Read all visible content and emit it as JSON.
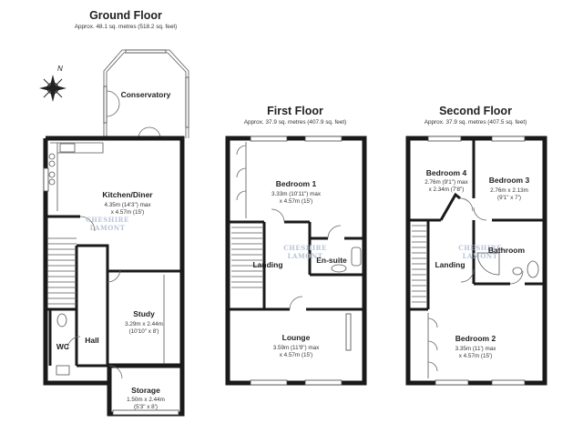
{
  "floors": [
    {
      "title": "Ground Floor",
      "area": "Approx. 48.1 sq. metres (518.2 sq. feet)",
      "rooms": [
        {
          "name": "Conservatory",
          "dims": []
        },
        {
          "name": "Kitchen/Diner",
          "dims": [
            "4.35m (14'3\") max",
            "x 4.57m (15')"
          ]
        },
        {
          "name": "Study",
          "dims": [
            "3.29m x 2.44m",
            "(10'10\" x 8')"
          ]
        },
        {
          "name": "WC",
          "dims": []
        },
        {
          "name": "Hall",
          "dims": []
        },
        {
          "name": "Storage",
          "dims": [
            "1.50m x 2.44m",
            "(5'3\" x 8')"
          ]
        }
      ]
    },
    {
      "title": "First Floor",
      "area": "Approx. 37.9 sq. metres (407.9 sq. feet)",
      "rooms": [
        {
          "name": "Bedroom 1",
          "dims": [
            "3.33m (10'11\") max",
            "x 4.57m (15')"
          ]
        },
        {
          "name": "Landing",
          "dims": []
        },
        {
          "name": "En-suite",
          "dims": []
        },
        {
          "name": "Lounge",
          "dims": [
            "3.59m (11'9\") max",
            "x 4.57m (15')"
          ]
        }
      ]
    },
    {
      "title": "Second Floor",
      "area": "Approx. 37.9 sq. metres (407.5 sq. feet)",
      "rooms": [
        {
          "name": "Bedroom 4",
          "dims": [
            "2.76m (9'1\") max",
            "x 2.34m (7'8\")"
          ]
        },
        {
          "name": "Bedroom 3",
          "dims": [
            "2.76m x 2.13m",
            "(9'1\" x 7')"
          ]
        },
        {
          "name": "Landing",
          "dims": []
        },
        {
          "name": "Bathroom",
          "dims": []
        },
        {
          "name": "Bedroom 2",
          "dims": [
            "3.35m (11') max",
            "x 4.57m (15')"
          ]
        }
      ]
    }
  ],
  "watermark": [
    "CHESHIRE",
    "LAMONT"
  ],
  "compass_label": "N",
  "colors": {
    "walls": "#1a1a1a",
    "watermark": "#b9c4d8"
  }
}
